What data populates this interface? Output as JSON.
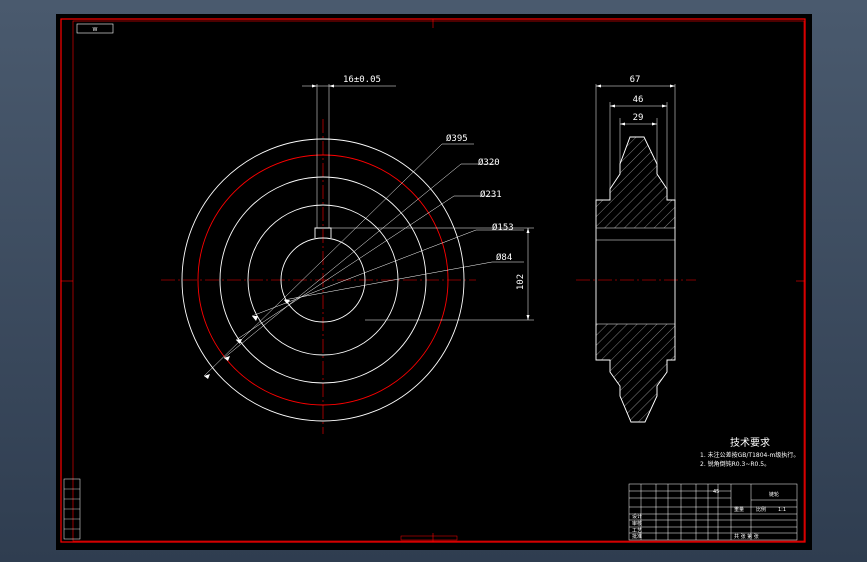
{
  "drawing": {
    "corner_code": "W",
    "dimensions": {
      "keyway_width": "16±0.05",
      "outer_diameter": "Ø395",
      "pitch_diameter": "Ø320",
      "root_diameter": "Ø231",
      "hub_diameter": "Ø153",
      "bore_diameter": "Ø84",
      "keyway_depth": "102",
      "total_width": "67",
      "hub_width": "46",
      "rim_width": "29"
    },
    "tech_requirements": {
      "title": "技术要求",
      "items": [
        "1. 未注公差按GB/T1804-m级执行。",
        "2. 锐角倒钝R0.3~R0.5。"
      ]
    },
    "title_block": {
      "part_name": "链轮",
      "material": "45",
      "scale": "1:1",
      "designer_label": "设计",
      "checker_label": "审核",
      "process_label": "工艺",
      "approve_label": "批准",
      "weight_label": "重量",
      "scale_label": "比例",
      "sheet_label": "共 张 第 张"
    }
  },
  "colors": {
    "background": "#000000",
    "frame": "#ff0000",
    "lines": "#ffffff",
    "center_lines": "#ff0000"
  }
}
